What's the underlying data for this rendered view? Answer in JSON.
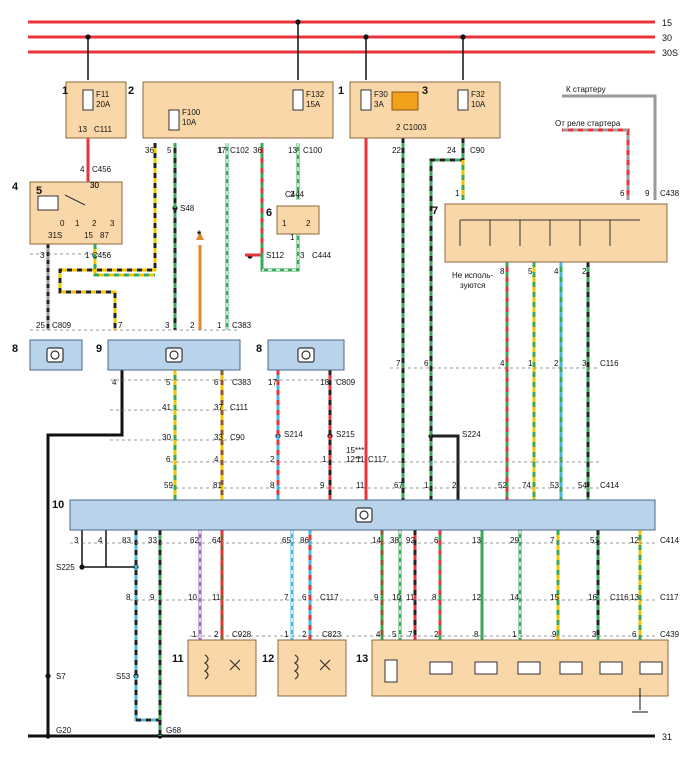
{
  "rails": [
    {
      "label": "15",
      "color": "#e8333b"
    },
    {
      "label": "30",
      "color": "#e8333b"
    },
    {
      "label": "30S",
      "color": "#e8333b"
    },
    {
      "label": "31",
      "color": "#111111"
    }
  ],
  "colors": {
    "box": "#fad7a8",
    "unit": "#b9d3ea",
    "red": "#e8333b",
    "green": "#39a85a",
    "yellow": "#f2c500",
    "black": "#222222",
    "cyan": "#48b7e6",
    "orange": "#e08a2a",
    "violet": "#a066c6",
    "grey": "#9a9a9a",
    "brown": "#8a5a2b"
  },
  "block_numbers": [
    "1",
    "2",
    "1",
    "3",
    "4",
    "5",
    "6",
    "7",
    "8",
    "9",
    "8",
    "10",
    "11",
    "12",
    "13"
  ],
  "fuses": [
    {
      "id": "F11",
      "rating": "20A"
    },
    {
      "id": "F100",
      "rating": "10A"
    },
    {
      "id": "F132",
      "rating": "15A"
    },
    {
      "id": "F30",
      "rating": "3A"
    },
    {
      "id": "F32",
      "rating": "10A"
    }
  ],
  "connectors": [
    "C111",
    "C456",
    "C102",
    "C100",
    "C444",
    "C1003",
    "C90",
    "C438",
    "C456",
    "C809",
    "C383",
    "C383",
    "C809",
    "C111",
    "C90",
    "C117",
    "C116",
    "C414",
    "C414",
    "C117",
    "C116",
    "C117",
    "C928",
    "C823",
    "C439",
    "C444"
  ],
  "splices": [
    "S48",
    "S112",
    "S214",
    "S215",
    "S224",
    "S225",
    "S53",
    "S7"
  ],
  "grounds": [
    "G20",
    "G68"
  ],
  "relay_pins": [
    "30",
    "31S",
    "0",
    "1",
    "2",
    "3",
    "15",
    "87"
  ],
  "pins": {
    "c111_top": "13",
    "c456_top": "4",
    "c456_pin30": "30",
    "c102": [
      "36",
      "5",
      "17",
      "1"
    ],
    "c100": [
      "36",
      "13"
    ],
    "c444": [
      "2",
      "1"
    ],
    "c1003": "2",
    "c90": [
      "22",
      "24"
    ],
    "c438_top": [
      "1",
      "6",
      "9"
    ],
    "c456_bottom": [
      "3",
      "1"
    ],
    "c809_l": "25",
    "c383_top": [
      "7",
      "3",
      "2",
      "1"
    ],
    "sw6": [
      "1",
      "2"
    ],
    "c444_b": "3",
    "c383_bottom": [
      "4",
      "5",
      "6"
    ],
    "c111_mid": [
      "41",
      "37"
    ],
    "c90_mid": [
      "30",
      "33"
    ],
    "c809_r": [
      "17",
      "18"
    ],
    "c117_mid": [
      "6",
      "4",
      "2",
      "1",
      "11"
    ],
    "c117_mid_extra": [
      "15***",
      "12**"
    ],
    "c116_mid": [
      "7",
      "6",
      "4",
      "1",
      "2",
      "3"
    ],
    "c438_bottom": [
      "8",
      "5",
      "4",
      "2"
    ],
    "c414_top": [
      "59",
      "81",
      "8",
      "9",
      "11",
      "67",
      "1",
      "2",
      "52",
      "74",
      "53",
      "54"
    ],
    "c414_bottom": [
      "3",
      "4",
      "83",
      "33",
      "62",
      "64",
      "65",
      "86",
      "14",
      "38",
      "92",
      "6",
      "13",
      "29",
      "7",
      "51",
      "12"
    ],
    "c117_low": [
      "10",
      "11",
      "7",
      "6",
      "13"
    ],
    "c116_low": [
      "9",
      "10",
      "11",
      "8",
      "12",
      "14",
      "15",
      "16"
    ],
    "s53_pins": [
      "8",
      "9"
    ],
    "c928": [
      "1",
      "2"
    ],
    "c823": [
      "1",
      "2"
    ],
    "c439": [
      "4",
      "5",
      "7",
      "2",
      "8",
      "1",
      "9",
      "3",
      "6"
    ]
  },
  "labels": {
    "to_starter": "К стартеру",
    "from_starter_relay": "От реле стартера",
    "not_used_1": "Не исполь-",
    "not_used_2": "зуются",
    "asterisk": "*"
  }
}
